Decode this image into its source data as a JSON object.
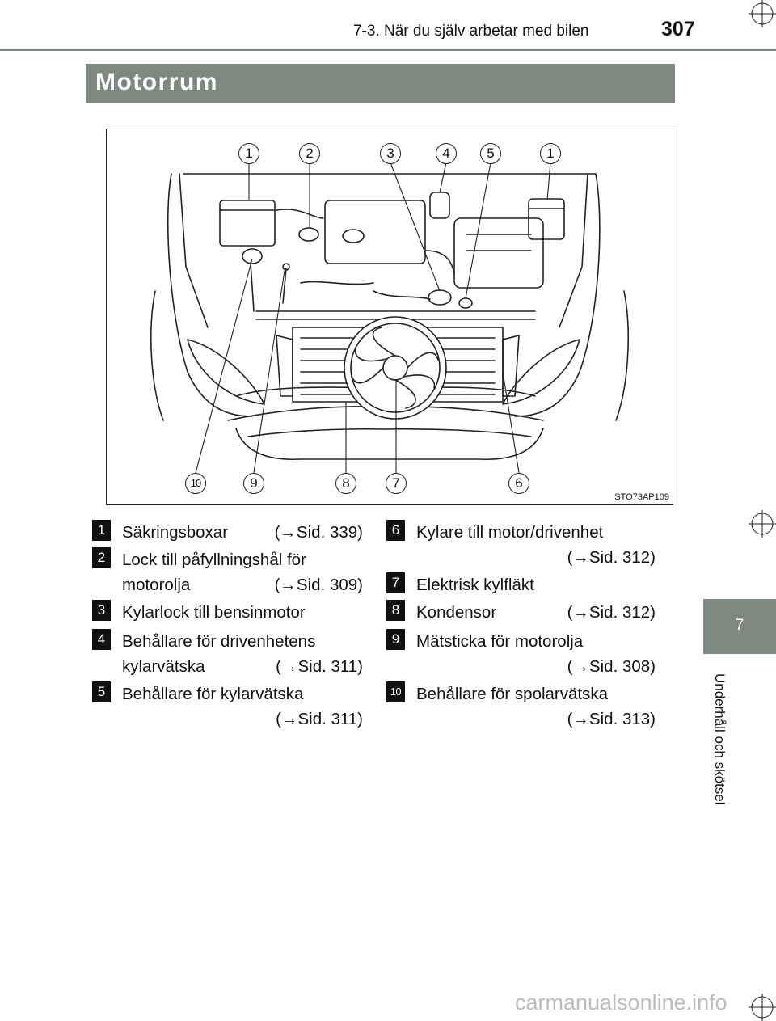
{
  "header": {
    "section": "7-3. När du själv arbetar med bilen",
    "page_number": "307"
  },
  "title": "Motorrum",
  "figure": {
    "code": "STO73AP109",
    "callouts_top": [
      "1",
      "2",
      "3",
      "4",
      "5",
      "1"
    ],
    "callouts_bottom": [
      "10",
      "9",
      "8",
      "7",
      "6"
    ]
  },
  "legend": {
    "left": [
      {
        "num": "1",
        "lines": [
          "Säkringsboxar"
        ],
        "ref": "(→Sid. 339)"
      },
      {
        "num": "2",
        "lines": [
          "Lock till påfyllningshål för",
          "motorolja"
        ],
        "ref": "(→Sid. 309)"
      },
      {
        "num": "3",
        "lines": [
          "Kylarlock till bensinmotor"
        ],
        "ref": ""
      },
      {
        "num": "4",
        "lines": [
          "Behållare för drivenhetens",
          "kylarvätska"
        ],
        "ref": "(→Sid. 311)"
      },
      {
        "num": "5",
        "lines": [
          "Behållare för kylarvätska"
        ],
        "ref": "(→Sid. 311)"
      }
    ],
    "right": [
      {
        "num": "6",
        "lines": [
          "Kylare till motor/drivenhet"
        ],
        "ref": "(→Sid. 312)"
      },
      {
        "num": "7",
        "lines": [
          "Elektrisk kylfläkt"
        ],
        "ref": ""
      },
      {
        "num": "8",
        "lines": [
          "Kondensor"
        ],
        "ref": "(→Sid. 312)"
      },
      {
        "num": "9",
        "lines": [
          "Mätsticka för motorolja"
        ],
        "ref": "(→Sid. 308)"
      },
      {
        "num": "10",
        "lines": [
          "Behållare för spolarvätska"
        ],
        "ref": "(→Sid. 313)"
      }
    ]
  },
  "side_tab": {
    "chapter": "7",
    "label": "Underhåll och skötsel"
  },
  "watermark": "carmanualsonline.info"
}
